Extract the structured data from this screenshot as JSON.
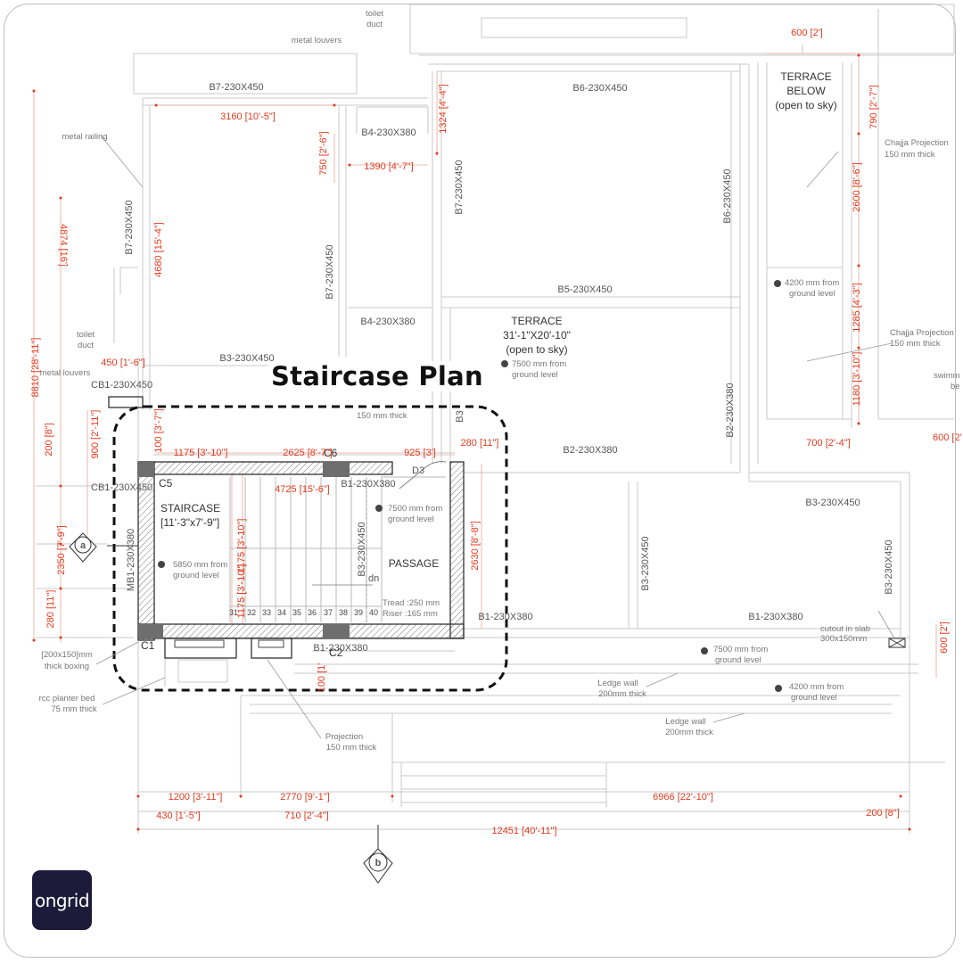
{
  "title": "Staircase Plan",
  "logo": "ongrid",
  "beams": {
    "b7_top": "B7-230X450",
    "b6_top": "B6-230X450",
    "b4_top": "B4-230X380",
    "b7_left": "B7-230X450",
    "b7_mid": "B7-230X450",
    "b7_mid2": "B7-230X450",
    "b6_vert": "B6-230X450",
    "b5": "B5-230X450",
    "b4_mid": "B4-230X380",
    "b3_left": "B3-230X450",
    "cb1_a": "CB1-230X450",
    "cb1_b": "CB1-230X450",
    "b2": "B2-230X380",
    "b2_vert": "B2-230X380",
    "b3_right": "B3-230X450",
    "b3_vert_a": "B3-230X450",
    "b3_vert_b": "B3-230X450",
    "b3_stair": "B3-230X450",
    "b1_top": "B1-230X380",
    "b1_bottom": "B1-230X380",
    "b1_right": "B1-230X380",
    "b1_right2": "B1-230X380",
    "mb1": "MB1-230X380",
    "b3_small": "B3"
  },
  "columns": {
    "c5": "C5",
    "c6": "C6",
    "c1": "C1",
    "c2": "C2",
    "d3": "D3"
  },
  "dims": {
    "d600_top": "600 [2']",
    "d3160": "3160 [10'-5\"]",
    "d750": "750 [2'-6\"]",
    "d1390": "1390 [4'-7\"]",
    "d1324": "1324 [4'-4\"]",
    "d4874": "4874 [16']",
    "d4680": "4680 [15'-4\"]",
    "d450": "450 [1'-6\"]",
    "d8810": "8810 [28'-11\"]",
    "d200_left": "200 [8\"]",
    "d900": "900 [2'-11\"]",
    "d100": "100 [3'-7\"]",
    "d1175": "1175 [3'-10\"]",
    "d2625": "2625 [8'-7\"]",
    "d925": "925 [3']",
    "d280_top": "280 [11\"]",
    "d4725": "4725 [15'-6\"]",
    "d2350": "2350 [7'-9\"]",
    "d280_left": "280 [11\"]",
    "d1175_v1": "1175 [3'-10\"]",
    "d1175_v2": "1175 [3'-10\"]",
    "d2630": "2630 [8'-8\"]",
    "d790": "790 [2'-7\"]",
    "d2600": "2600 [8'-6\"]",
    "d1285": "1285 [4'-3\"]",
    "d1180": "1180 [3'-10\"]",
    "d700": "700 [2'-4\"]",
    "d600_right": "600 [2'",
    "d600_vert": "600 [2']",
    "d1200": "1200 [3'-11\"]",
    "d2770": "2770 [9'-1\"]",
    "d6966": "6966 [22'-10\"]",
    "d430": "430 [1'-5\"]",
    "d710": "710 [2'-4\"]",
    "d200_bottom": "200 [8\"]",
    "d12451": "12451 [40'-11\"]",
    "d100_bottom": "100 [1'"
  },
  "labels": {
    "toilet_duct_top": [
      "toilet",
      "duct"
    ],
    "metal_louvers_top": "metal louvers",
    "metal_railing": "metal railing",
    "toilet_duct_left": [
      "toilet",
      "duct"
    ],
    "metal_louvers_left": "metal louvers",
    "terrace_below": [
      "TERRACE",
      "BELOW",
      "(open to sky)"
    ],
    "chajja1": [
      "Chajja Projection",
      "150 mm thick"
    ],
    "chajja2": [
      "Chajja Projection",
      "150 mm thick"
    ],
    "terrace": [
      "TERRACE",
      "31'-1\"X20'-10\"",
      "(open to sky)"
    ],
    "level_7500_terrace": [
      "7500 mm from",
      "ground level"
    ],
    "level_4200_a": [
      "4200 mm from",
      "ground level"
    ],
    "swimm": [
      "swimm",
      "be"
    ],
    "thick150": "150 mm thick",
    "staircase": [
      "STAIRCASE",
      "[11'-3\"x7'-9\"]"
    ],
    "level_5850": [
      "5850 mm from",
      "ground level"
    ],
    "level_7500_passage": [
      "7500 mm from",
      "ground level"
    ],
    "passage": "PASSAGE",
    "dn": "dn",
    "tread": "Tread :250 mm",
    "riser": "Riser :165 mm",
    "steps": [
      "31",
      "32",
      "33",
      "34",
      "35",
      "36",
      "37",
      "38",
      "39",
      "40"
    ],
    "boxing": [
      "[200x150]mm",
      "thick boxing"
    ],
    "planter": [
      "rcc planter bed",
      "75 mm thick"
    ],
    "projection": [
      "Projection",
      "150 mm thick"
    ],
    "ledge1": [
      "Ledge wall",
      "200mm thick"
    ],
    "ledge2": [
      "Ledge wall",
      "200mm thick"
    ],
    "level_7500_bottom": [
      "7500 mm from",
      "ground level"
    ],
    "level_4200_b": [
      "4200 mm from",
      "ground level"
    ],
    "cutout": [
      "cutout in slab",
      "300x150mm"
    ],
    "section_a": "a",
    "section_b": "b"
  }
}
